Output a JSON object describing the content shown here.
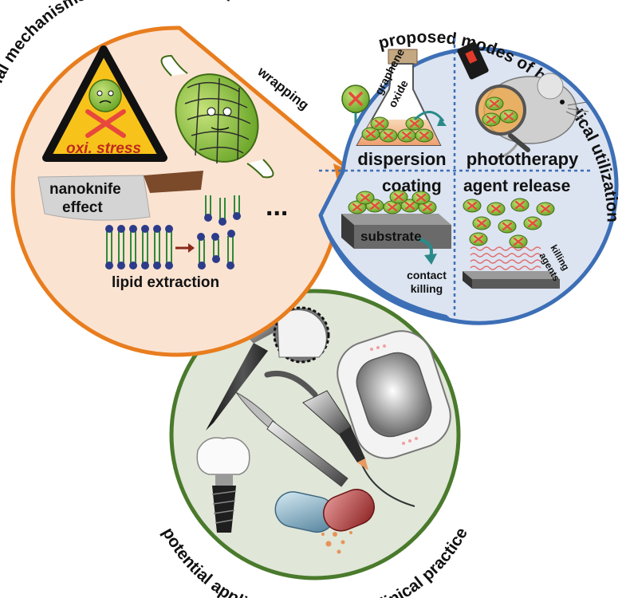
{
  "titles": {
    "left_arc": "antimicrobial mechanisms of action involved",
    "right_arc": "proposed modes of biomedical utilization",
    "bottom_arc": "potential applications in future clinical practice"
  },
  "mechanisms": {
    "oxi_stress": "oxi. stress",
    "wrapping": "wrapping",
    "nanoknife_line1": "nanoknife",
    "nanoknife_line2": "effect",
    "lipid_extraction": "lipid extraction",
    "ellipsis": "..."
  },
  "modes": {
    "graphene": "graphene",
    "oxide": "oxide",
    "dispersion": "dispersion",
    "phototherapy": "phototherapy",
    "coating": "coating",
    "agent_release": "agent release",
    "substrate": "substrate",
    "contact": "contact",
    "killing": "killing",
    "killing_agents_1": "killing",
    "killing_agents_2": "agents"
  },
  "colors": {
    "left_circle_border": "#e87d1e",
    "left_circle_fill": "#fbe3d2",
    "right_circle_border": "#3d6fb6",
    "right_circle_fill": "#dce4f1",
    "bottom_circle_border": "#4a7a2c",
    "bottom_circle_fill": "#e0e6d8",
    "bacteria_green": "#8dc63f",
    "warning_yellow": "#f7c31a",
    "cross_red": "#e8483c"
  },
  "icons": [
    "warning-sign-icon",
    "wrapped-bacterium-icon",
    "knife-icon",
    "lipid-bilayer-icon",
    "flask-icon",
    "mouse-icon",
    "laser-icon",
    "substrate-icon",
    "hip-implant-icon",
    "scalpel-icon",
    "catheter-icon",
    "wound-dressing-icon",
    "dental-implant-icon",
    "capsule-icon"
  ]
}
